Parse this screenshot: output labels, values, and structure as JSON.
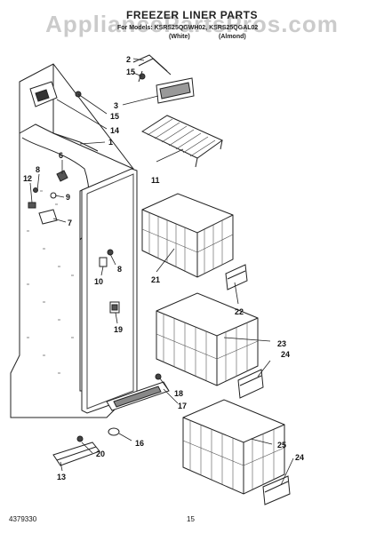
{
  "header": {
    "watermark": "AppliancePartsPros.com",
    "title": "FREEZER LINER PARTS",
    "for_models_text": "For Models: KSRS25QGWH02, KSRS25QGAL02",
    "variant_left": "(White)",
    "variant_right": "(Almond)"
  },
  "footer": {
    "doc_number": "4379330",
    "page_number": "15"
  },
  "callouts": [
    {
      "id": "c1",
      "text": "1"
    },
    {
      "id": "c2",
      "text": "2"
    },
    {
      "id": "c3",
      "text": "3"
    },
    {
      "id": "c6",
      "text": "6"
    },
    {
      "id": "c7",
      "text": "7"
    },
    {
      "id": "c8a",
      "text": "8"
    },
    {
      "id": "c8b",
      "text": "8"
    },
    {
      "id": "c9",
      "text": "9"
    },
    {
      "id": "c10",
      "text": "10"
    },
    {
      "id": "c11",
      "text": "11"
    },
    {
      "id": "c12",
      "text": "12"
    },
    {
      "id": "c13",
      "text": "13"
    },
    {
      "id": "c14",
      "text": "14"
    },
    {
      "id": "c15a",
      "text": "15"
    },
    {
      "id": "c15b",
      "text": "15"
    },
    {
      "id": "c16",
      "text": "16"
    },
    {
      "id": "c17",
      "text": "17"
    },
    {
      "id": "c18",
      "text": "18"
    },
    {
      "id": "c19",
      "text": "19"
    },
    {
      "id": "c20",
      "text": "20"
    },
    {
      "id": "c21",
      "text": "21"
    },
    {
      "id": "c22",
      "text": "22"
    },
    {
      "id": "c23",
      "text": "23"
    },
    {
      "id": "c24a",
      "text": "24"
    },
    {
      "id": "c24b",
      "text": "24"
    },
    {
      "id": "c25",
      "text": "25"
    }
  ]
}
